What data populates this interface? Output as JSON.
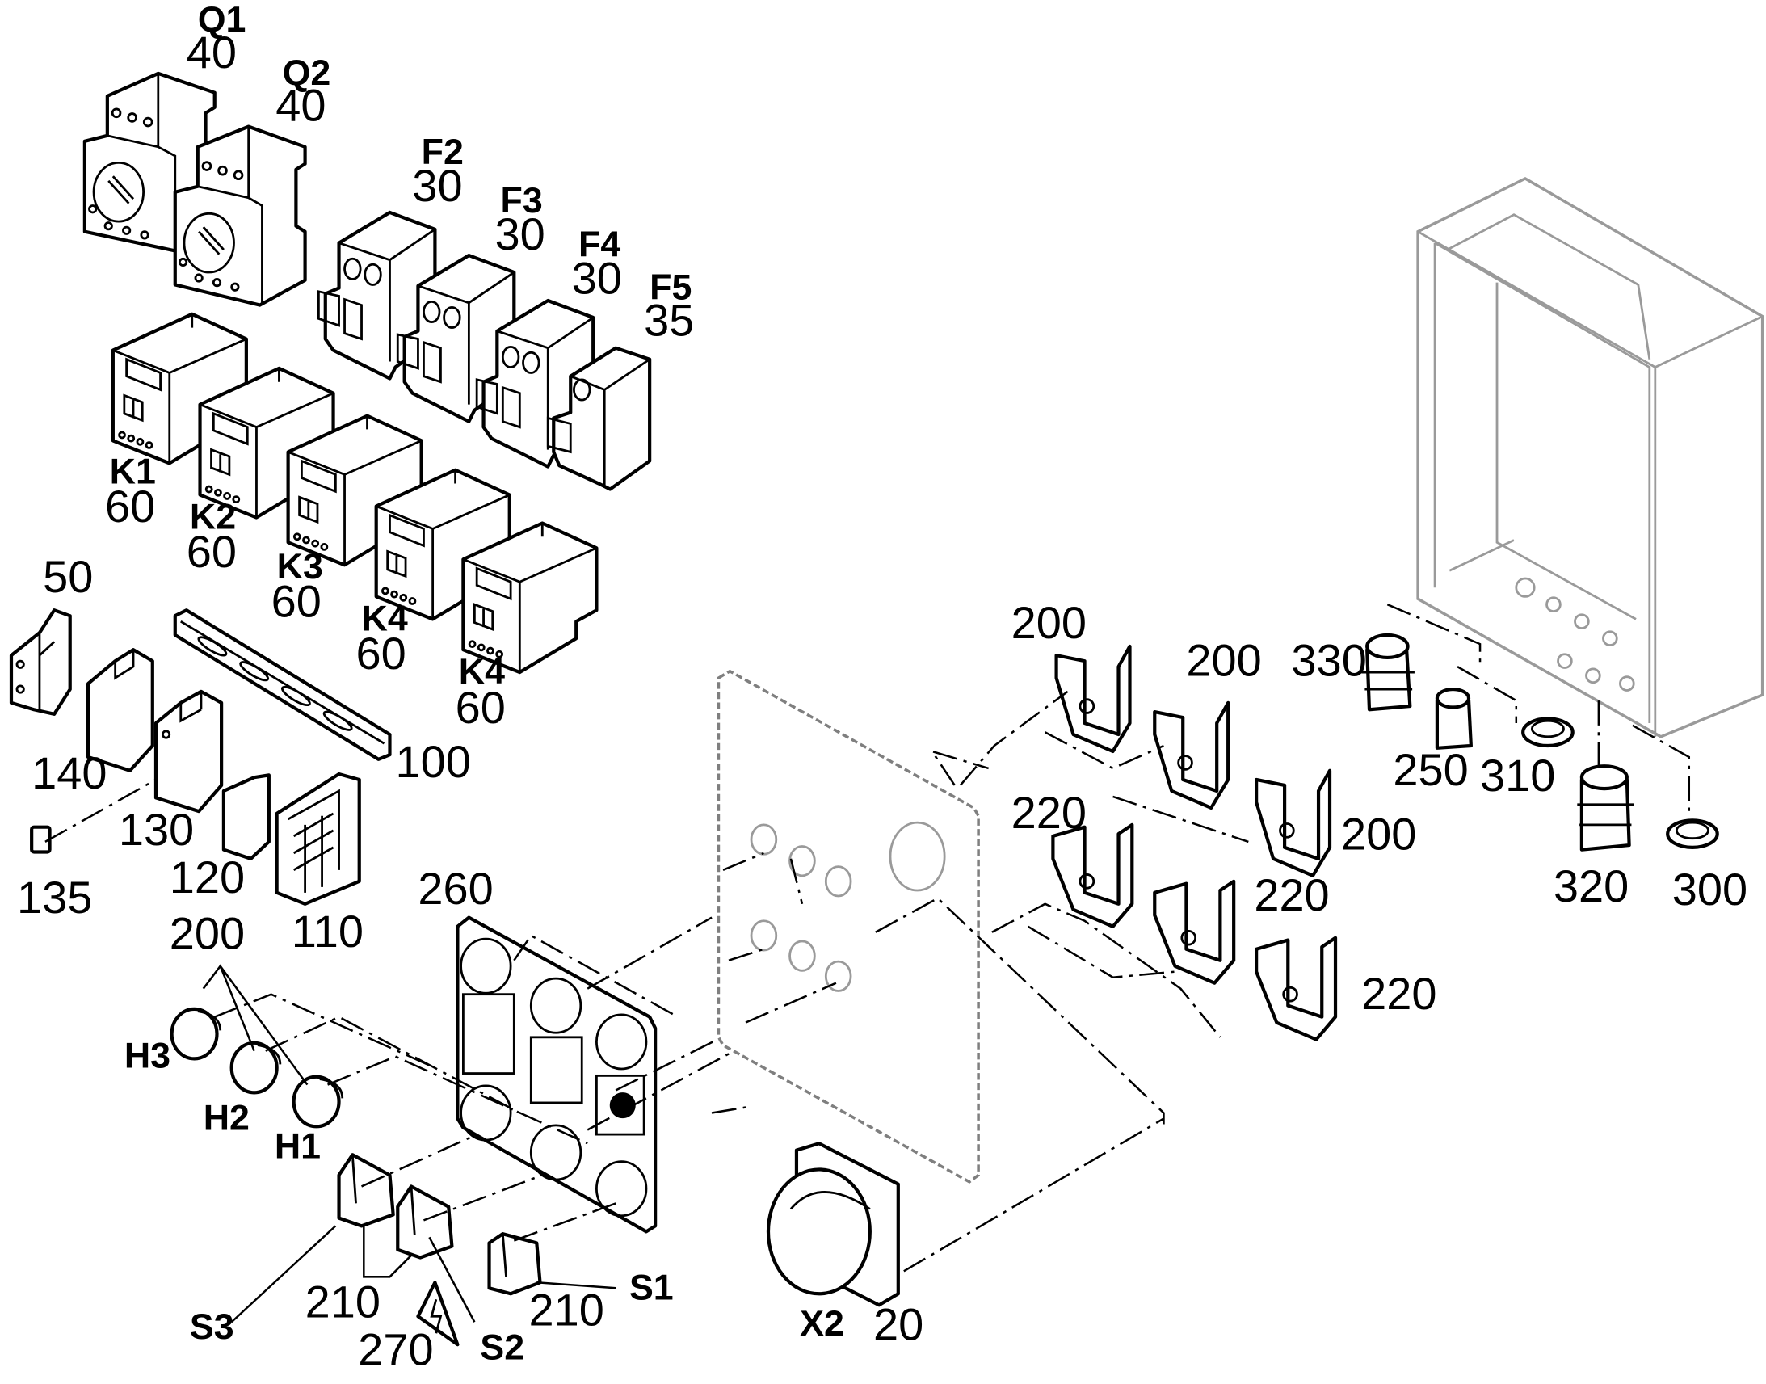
{
  "diagram": {
    "labels": {
      "q1_code": "Q1",
      "q1_num": "40",
      "q2_code": "Q2",
      "q2_num": "40",
      "f2_code": "F2",
      "f2_num": "30",
      "f3_code": "F3",
      "f3_num": "30",
      "f4_code": "F4",
      "f4_num": "30",
      "f5_code": "F5",
      "f5_num": "35",
      "k1_code": "K1",
      "k1_num": "60",
      "k2_code": "K2",
      "k2_num": "60",
      "k3_code": "K3",
      "k3_num": "60",
      "k4a_code": "K4",
      "k4a_num": "60",
      "k4b_code": "K4",
      "k4b_num": "60",
      "p50": "50",
      "p140": "140",
      "p130": "130",
      "p135": "135",
      "p120": "120",
      "p110": "110",
      "p100": "100",
      "p260": "260",
      "p200_lamps": "200",
      "h3": "H3",
      "h2": "H2",
      "h1": "H1",
      "s3": "S3",
      "s2": "S2",
      "s1": "S1",
      "p210a": "210",
      "p210b": "210",
      "p270": "270",
      "x2": "X2",
      "p20": "20",
      "p200_a": "200",
      "p200_b": "200",
      "p200_c": "200",
      "p220_a": "220",
      "p220_b": "220",
      "p220_c": "220",
      "p330": "330",
      "p250": "250",
      "p310": "310",
      "p320": "320",
      "p300": "300"
    }
  }
}
